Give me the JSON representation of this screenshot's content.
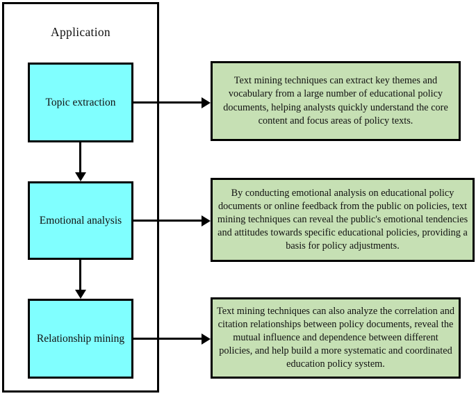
{
  "diagram": {
    "title": "Application",
    "steps": [
      {
        "label": "Topic extraction",
        "description": "Text mining techniques can extract key themes and vocabulary from a large number of educational policy documents, helping analysts quickly understand the core content and focus areas of policy texts."
      },
      {
        "label": "Emotional analysis",
        "description": "By conducting emotional analysis on educational policy documents or online feedback from the public on policies, text mining techniques can reveal the public's emotional tendencies and attitudes towards specific educational policies, providing a basis for policy adjustments."
      },
      {
        "label": "Relationship mining",
        "description": "Text mining techniques can also analyze the correlation and citation relationships between policy documents, reveal the mutual influence and dependence between different policies, and help build a more systematic and coordinated education policy system."
      }
    ],
    "colors": {
      "step_fill": "#80ffff",
      "description_fill": "#c6e0b4",
      "line": "#000000"
    }
  }
}
